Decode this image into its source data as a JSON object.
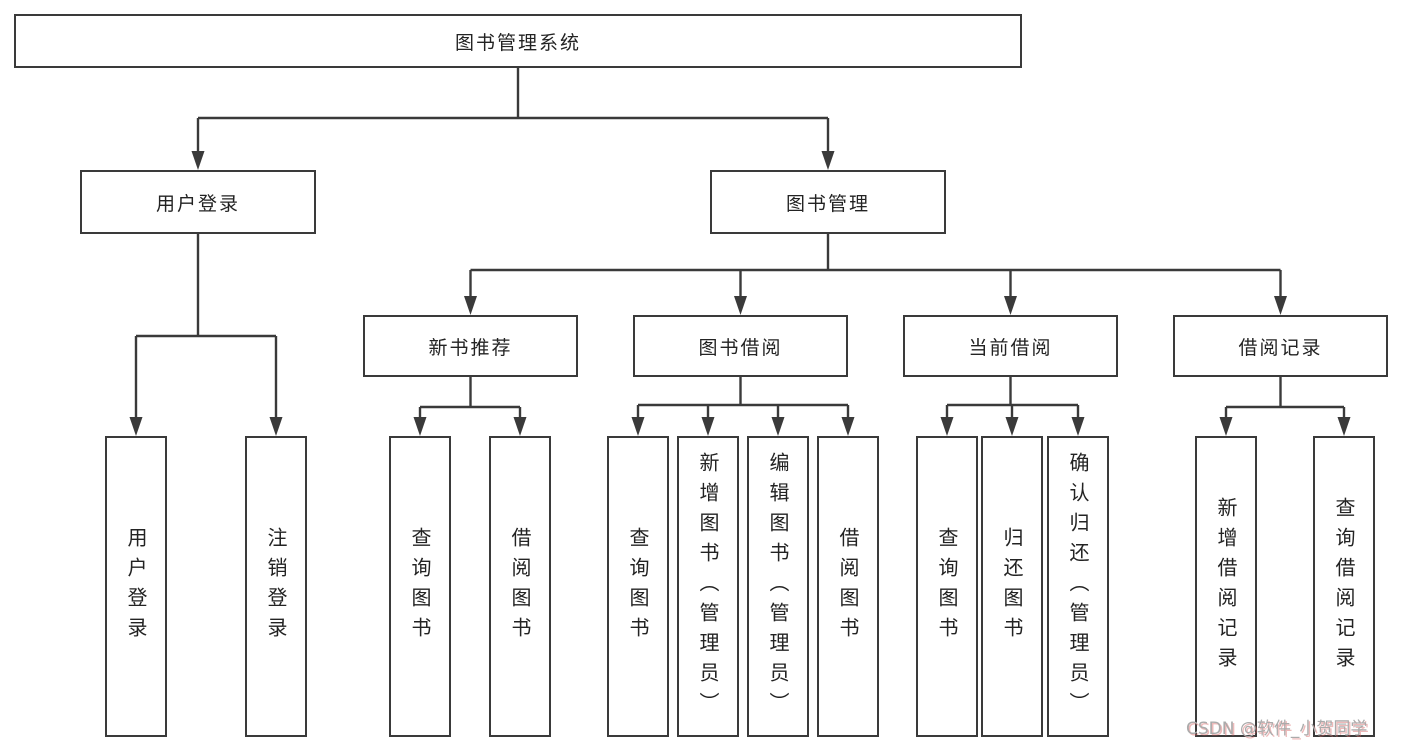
{
  "diagram": {
    "title": "图书管理系统",
    "nodes": {
      "root": "图书管理系统",
      "user_login": "用户登录",
      "book_mgmt": "图书管理",
      "new_book_rec": "新书推荐",
      "book_borrow": "图书借阅",
      "current_borrow": "当前借阅",
      "borrow_records": "借阅记录",
      "leaf_user_login": "用户登录",
      "leaf_logout": "注销登录",
      "leaf_rec_query_book": "查询图书",
      "leaf_rec_borrow_book": "借阅图书",
      "leaf_bb_query_book": "查询图书",
      "leaf_bb_add_book": "新增图书（管理员）",
      "leaf_bb_edit_book": "编辑图书（管理员）",
      "leaf_bb_borrow_book": "借阅图书",
      "leaf_cb_query_book": "查询图书",
      "leaf_cb_return_book": "归还图书",
      "leaf_cb_confirm_return": "确认归还（管理员）",
      "leaf_br_add_record": "新增借阅记录",
      "leaf_br_query_record": "查询借阅记录"
    },
    "colors": {
      "line": "#3a3a3a",
      "box_border": "#3a3a3a",
      "text": "#232323",
      "background": "#ffffff",
      "watermark_text": "#ababab"
    }
  },
  "watermark": "CSDN @软件_小贺同学"
}
